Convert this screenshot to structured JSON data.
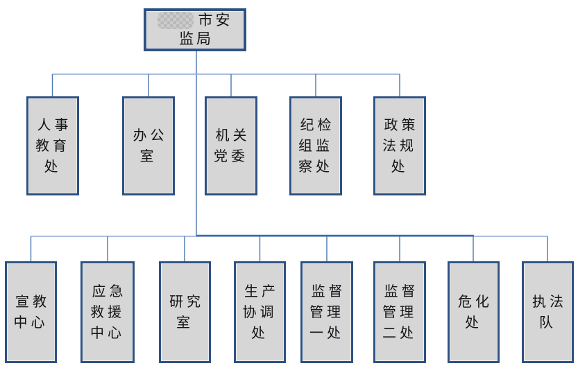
{
  "colors": {
    "box_fill": "#d6d6d6",
    "box_border": "#2e5182",
    "connector": "#4a76ae",
    "connector_light": "#8fa9cf",
    "connector_dark": "#3f6ba3",
    "text": "#141414",
    "page_bg": "#ffffff"
  },
  "chart": {
    "type": "org-chart",
    "root": {
      "redacted_prefix": true,
      "label_line1": "市安",
      "label_line2": "监局"
    },
    "level2": [
      {
        "label": "人事\n教育\n处"
      },
      {
        "label": "办公\n室"
      },
      {
        "label": "机关\n党委"
      },
      {
        "label": "纪检\n组监\n察处"
      },
      {
        "label": "政策\n法规\n处"
      }
    ],
    "level3": [
      {
        "label": "宣教\n中心"
      },
      {
        "label": "应急\n救援\n中心"
      },
      {
        "label": "研究\n室"
      },
      {
        "label": "生产\n协调\n处"
      },
      {
        "label": "监督\n管理\n一处"
      },
      {
        "label": "监督\n管理\n二处"
      },
      {
        "label": "危化\n处"
      },
      {
        "label": "执法\n队"
      }
    ]
  }
}
